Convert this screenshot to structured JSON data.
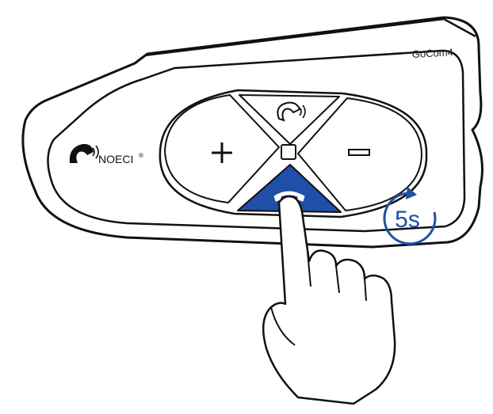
{
  "device": {
    "model_label": "GoCom4",
    "brand_name": "NOECI",
    "brand_mark": "®"
  },
  "buttons": {
    "plus": {
      "icon": "plus-icon"
    },
    "minus": {
      "icon": "minus-icon"
    },
    "top": {
      "icon": "noeci-logo-icon"
    },
    "center": {
      "icon": "small-square-button"
    },
    "bottom": {
      "icon": "phone-icon",
      "highlight_color": "#1f4fa8"
    }
  },
  "timer": {
    "label": "5s",
    "color": "#1f4fa8",
    "icon": "clockwise-arrow-icon"
  },
  "hand": {
    "icon": "pointing-hand-icon"
  }
}
